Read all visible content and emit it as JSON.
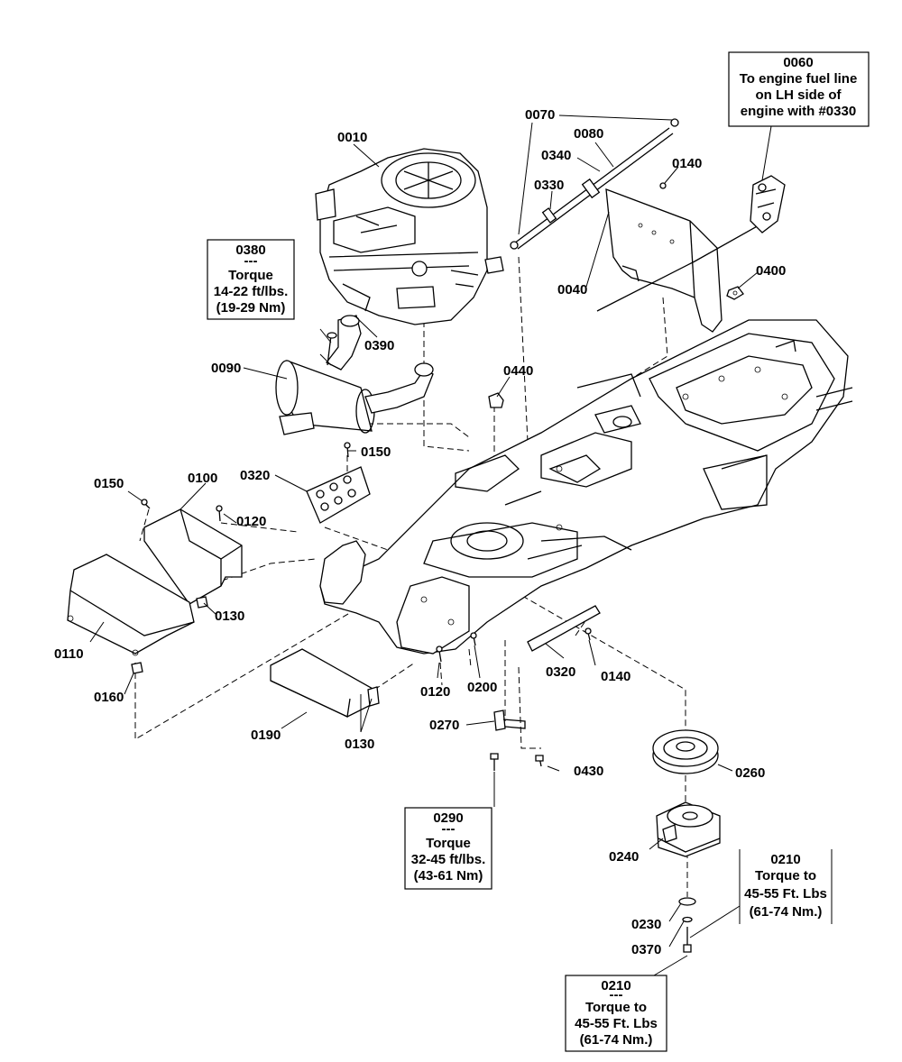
{
  "callouts": {
    "p0010": "0010",
    "p0040": "0040",
    "p0070": "0070",
    "p0080": "0080",
    "p0090": "0090",
    "p0100": "0100",
    "p0110": "0110",
    "p0120a": "0120",
    "p0120b": "0120",
    "p0130a": "0130",
    "p0130b": "0130",
    "p0140a": "0140",
    "p0140b": "0140",
    "p0150a": "0150",
    "p0150b": "0150",
    "p0160": "0160",
    "p0190": "0190",
    "p0200": "0200",
    "p0230": "0230",
    "p0240": "0240",
    "p0260": "0260",
    "p0270": "0270",
    "p0320a": "0320",
    "p0320b": "0320",
    "p0330": "0330",
    "p0340": "0340",
    "p0370": "0370",
    "p0390": "0390",
    "p0400": "0400",
    "p0430": "0430",
    "p0440": "0440"
  },
  "notes": {
    "n0060": [
      "0060",
      "To engine fuel line",
      "on LH side of",
      "engine with #0330"
    ],
    "n0380": [
      "0380",
      "---",
      "Torque",
      "14-22 ft/lbs.",
      "(19-29 Nm)"
    ],
    "n0290": [
      "0290",
      "---",
      "Torque",
      "32-45 ft/lbs.",
      "(43-61 Nm)"
    ],
    "n0210a": [
      "0210",
      "Torque to",
      "45-55 Ft. Lbs",
      "(61-74 Nm.)"
    ],
    "n0210b": [
      "0210",
      "---",
      "Torque to",
      "45-55 Ft. Lbs",
      "(61-74 Nm.)"
    ]
  }
}
